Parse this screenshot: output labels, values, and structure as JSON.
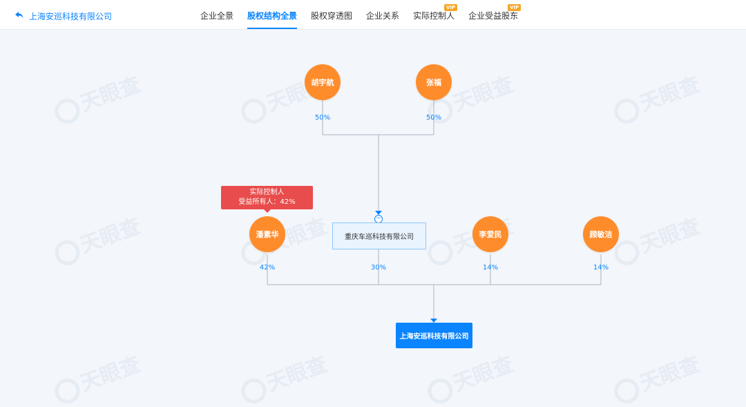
{
  "header": {
    "back_label": "上海安巡科技有限公司",
    "tabs": [
      {
        "label": "企业全景",
        "active": false,
        "vip": false
      },
      {
        "label": "股权结构全景",
        "active": true,
        "vip": false
      },
      {
        "label": "股权穿透图",
        "active": false,
        "vip": false
      },
      {
        "label": "企业关系",
        "active": false,
        "vip": false
      },
      {
        "label": "实际控制人",
        "active": false,
        "vip": true
      },
      {
        "label": "企业受益股东",
        "active": false,
        "vip": true
      }
    ],
    "vip_badge": "VIP"
  },
  "watermark": "天眼查",
  "chart": {
    "top_shareholders": [
      {
        "name": "胡宇航",
        "percent": "50%"
      },
      {
        "name": "张福",
        "percent": "50%"
      }
    ],
    "intermediate_company": "重庆车巡科技有限公司",
    "collapse_symbol": "−",
    "controller_tag": {
      "line1": "实际控制人",
      "line2": "受益所有人：42%"
    },
    "shareholders": [
      {
        "name": "潘素华",
        "percent": "42%"
      },
      {
        "name": "重庆车巡科技有限公司",
        "percent": "30%"
      },
      {
        "name": "李爱民",
        "percent": "14%"
      },
      {
        "name": "顾敏洁",
        "percent": "14%"
      }
    ],
    "target_company": "上海安巡科技有限公司"
  },
  "colors": {
    "primary": "#0a84ff",
    "person": "#ff8c2b",
    "tag": "#e84c4c",
    "vip": "#f5a623"
  }
}
